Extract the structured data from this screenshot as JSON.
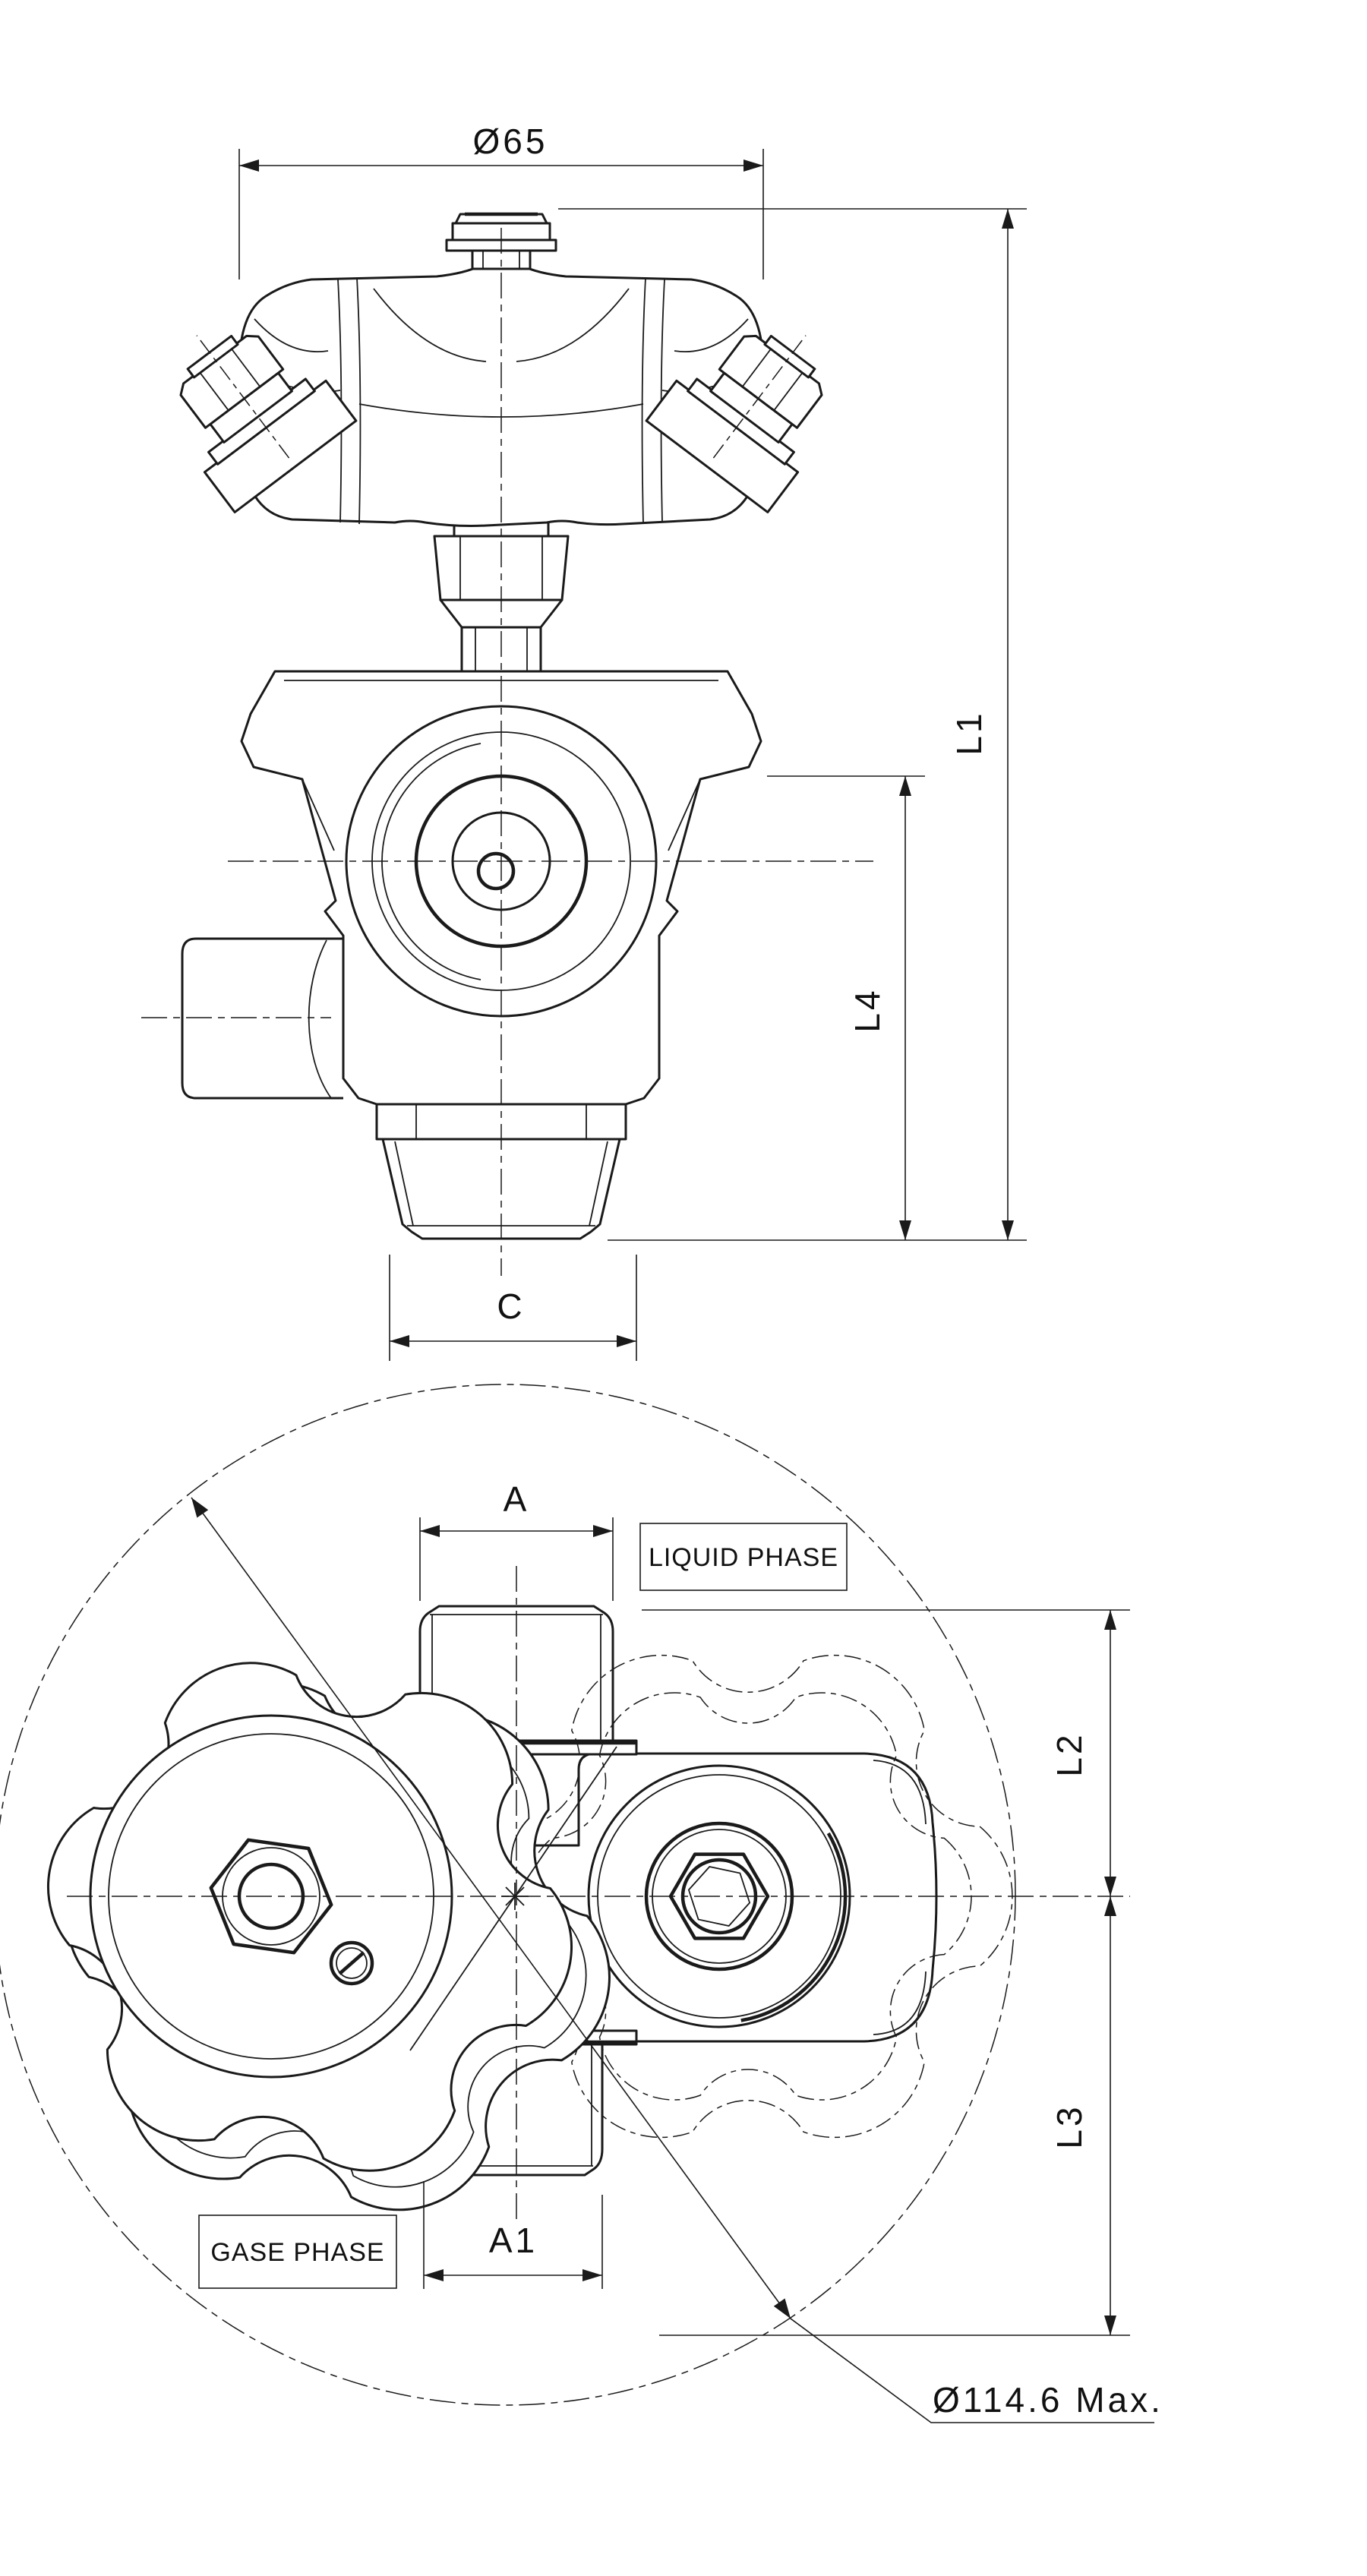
{
  "front_view": {
    "dim_handwheel_diameter": "Ø65",
    "dim_overall_height": "L1",
    "dim_center_height": "L4",
    "dim_inlet_thread": "C"
  },
  "plan_view": {
    "dim_liquid_port_width": "A",
    "dim_gas_port_width": "A1",
    "dim_upper_reach": "L2",
    "dim_lower_reach": "L3",
    "dim_max_swing_diameter": "Ø114.6 Max.",
    "label_liquid_port": "LIQUID PHASE",
    "label_gas_port": "GASE PHASE"
  },
  "colors": {
    "ink": "#1a1a1a",
    "paper": "#ffffff"
  }
}
